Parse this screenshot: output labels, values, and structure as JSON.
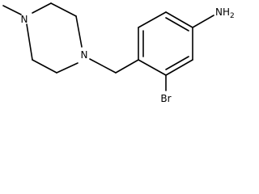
{
  "molecule": {
    "atoms": {
      "amine_label": "NH",
      "amine_subscript": "2",
      "bromine_label": "Br",
      "piperazine_n1_label": "N",
      "piperazine_n4_label": "N"
    }
  }
}
